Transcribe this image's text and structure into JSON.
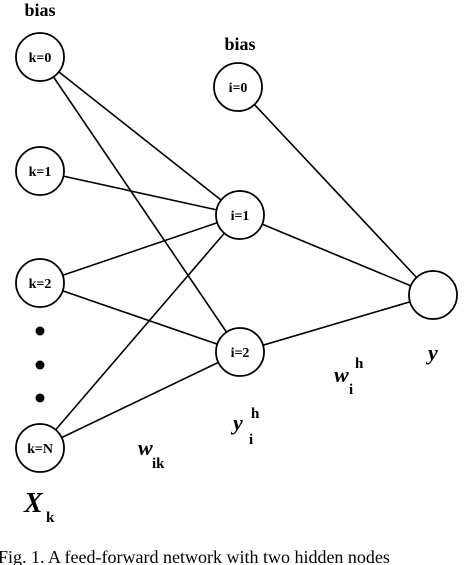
{
  "labels": {
    "bias_input": "bias",
    "bias_hidden": "bias",
    "input_var": "X",
    "input_sub": "k",
    "weight_input": "w",
    "weight_input_sub": "ik",
    "hidden_out": "y",
    "hidden_out_sub": "i",
    "hidden_out_sup": "h",
    "weight_output": "w",
    "weight_output_sub": "i",
    "weight_output_sup": "h",
    "output": "y"
  },
  "nodes": {
    "input": [
      "k=0",
      "k=1",
      "k=2",
      "k=N"
    ],
    "hidden": [
      "i=0",
      "i=1",
      "i=2"
    ],
    "output": ""
  },
  "caption": "Fig. 1. A feed-forward network with two hidden nodes"
}
